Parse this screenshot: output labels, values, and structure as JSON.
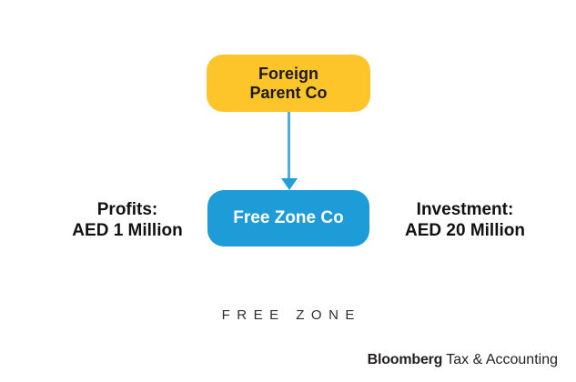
{
  "diagram": {
    "parent_box": {
      "line1": "Foreign",
      "line2": "Parent Co",
      "fill": "#FEC52B",
      "text_color": "#1A1A1A"
    },
    "arrow": {
      "line_color": "#4FAEDF",
      "head_color": "#229ED9"
    },
    "child_box": {
      "label": "Free Zone Co",
      "fill": "#1E9CD8",
      "text_color": "#FFFFFF"
    },
    "left_note": {
      "line1": "Profits:",
      "line2": "AED 1 Million"
    },
    "right_note": {
      "line1": "Investment:",
      "line2": "AED 20 Million"
    },
    "zone_label": "FREE ZONE"
  },
  "branding": {
    "name_bold": "Bloomberg",
    "name_regular": "Tax & Accounting",
    "color": "#231F20"
  }
}
